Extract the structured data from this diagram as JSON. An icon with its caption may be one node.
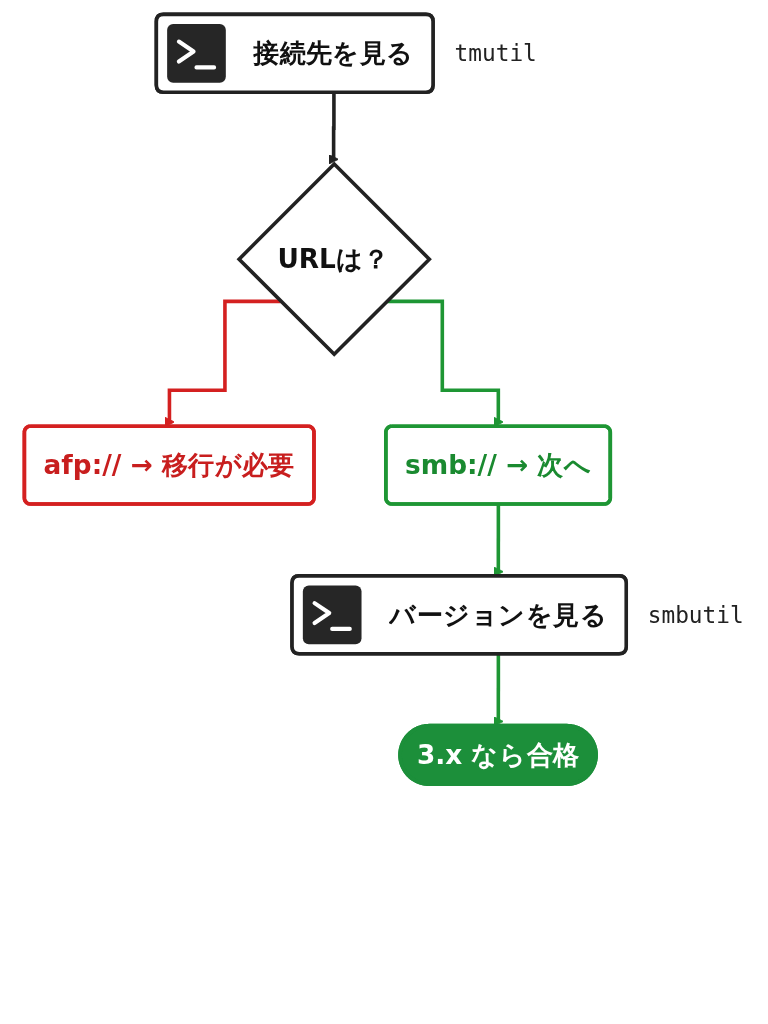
{
  "diagram": {
    "nodes": [
      {
        "text": [
          "接続先を見る"
        ],
        "beside": [
          "tmutil"
        ]
      },
      {
        "text": [
          "URLは？"
        ]
      },
      {
        "text": [
          "afp:// → 移行が必要"
        ]
      },
      {
        "text": [
          "smb:// → 次へ"
        ]
      },
      {
        "text": [
          "バージョンを見る"
        ],
        "beside": [
          "smbutil"
        ]
      },
      {
        "text": [
          "3.x なら合格"
        ]
      }
    ],
    "edges": [
      {
        "from": 0,
        "to": 1,
        "arrow": "to",
        "color": "#222222"
      },
      {
        "from": 1,
        "to": 2,
        "arrow": "to",
        "color": "#d42020"
      },
      {
        "from": 1,
        "to": 3,
        "arrow": "to"
      },
      {
        "from": 3,
        "to": 4,
        "arrow": "to"
      },
      {
        "from": 4,
        "to": 5,
        "arrow": "to"
      }
    ]
  }
}
